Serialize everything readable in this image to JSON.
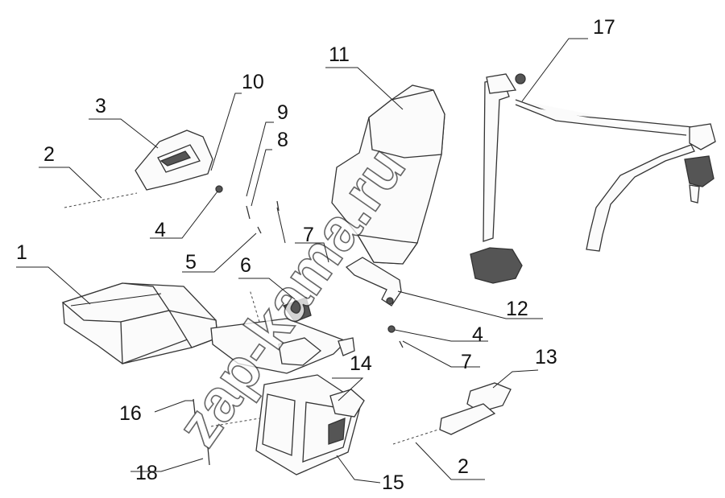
{
  "watermark": "zap-kama.ru",
  "callouts": [
    {
      "key": "c1",
      "text": "1"
    },
    {
      "key": "c2a",
      "text": "2"
    },
    {
      "key": "c2b",
      "text": "2"
    },
    {
      "key": "c3",
      "text": "3"
    },
    {
      "key": "c4a",
      "text": "4"
    },
    {
      "key": "c4b",
      "text": "4"
    },
    {
      "key": "c5",
      "text": "5"
    },
    {
      "key": "c6",
      "text": "6"
    },
    {
      "key": "c7a",
      "text": "7"
    },
    {
      "key": "c7b",
      "text": "7"
    },
    {
      "key": "c8",
      "text": "8"
    },
    {
      "key": "c9",
      "text": "9"
    },
    {
      "key": "c10",
      "text": "10"
    },
    {
      "key": "c11",
      "text": "11"
    },
    {
      "key": "c12",
      "text": "12"
    },
    {
      "key": "c13",
      "text": "13"
    },
    {
      "key": "c14",
      "text": "14"
    },
    {
      "key": "c15",
      "text": "15"
    },
    {
      "key": "c16",
      "text": "16"
    },
    {
      "key": "c17",
      "text": "17"
    },
    {
      "key": "c18",
      "text": "18"
    }
  ]
}
